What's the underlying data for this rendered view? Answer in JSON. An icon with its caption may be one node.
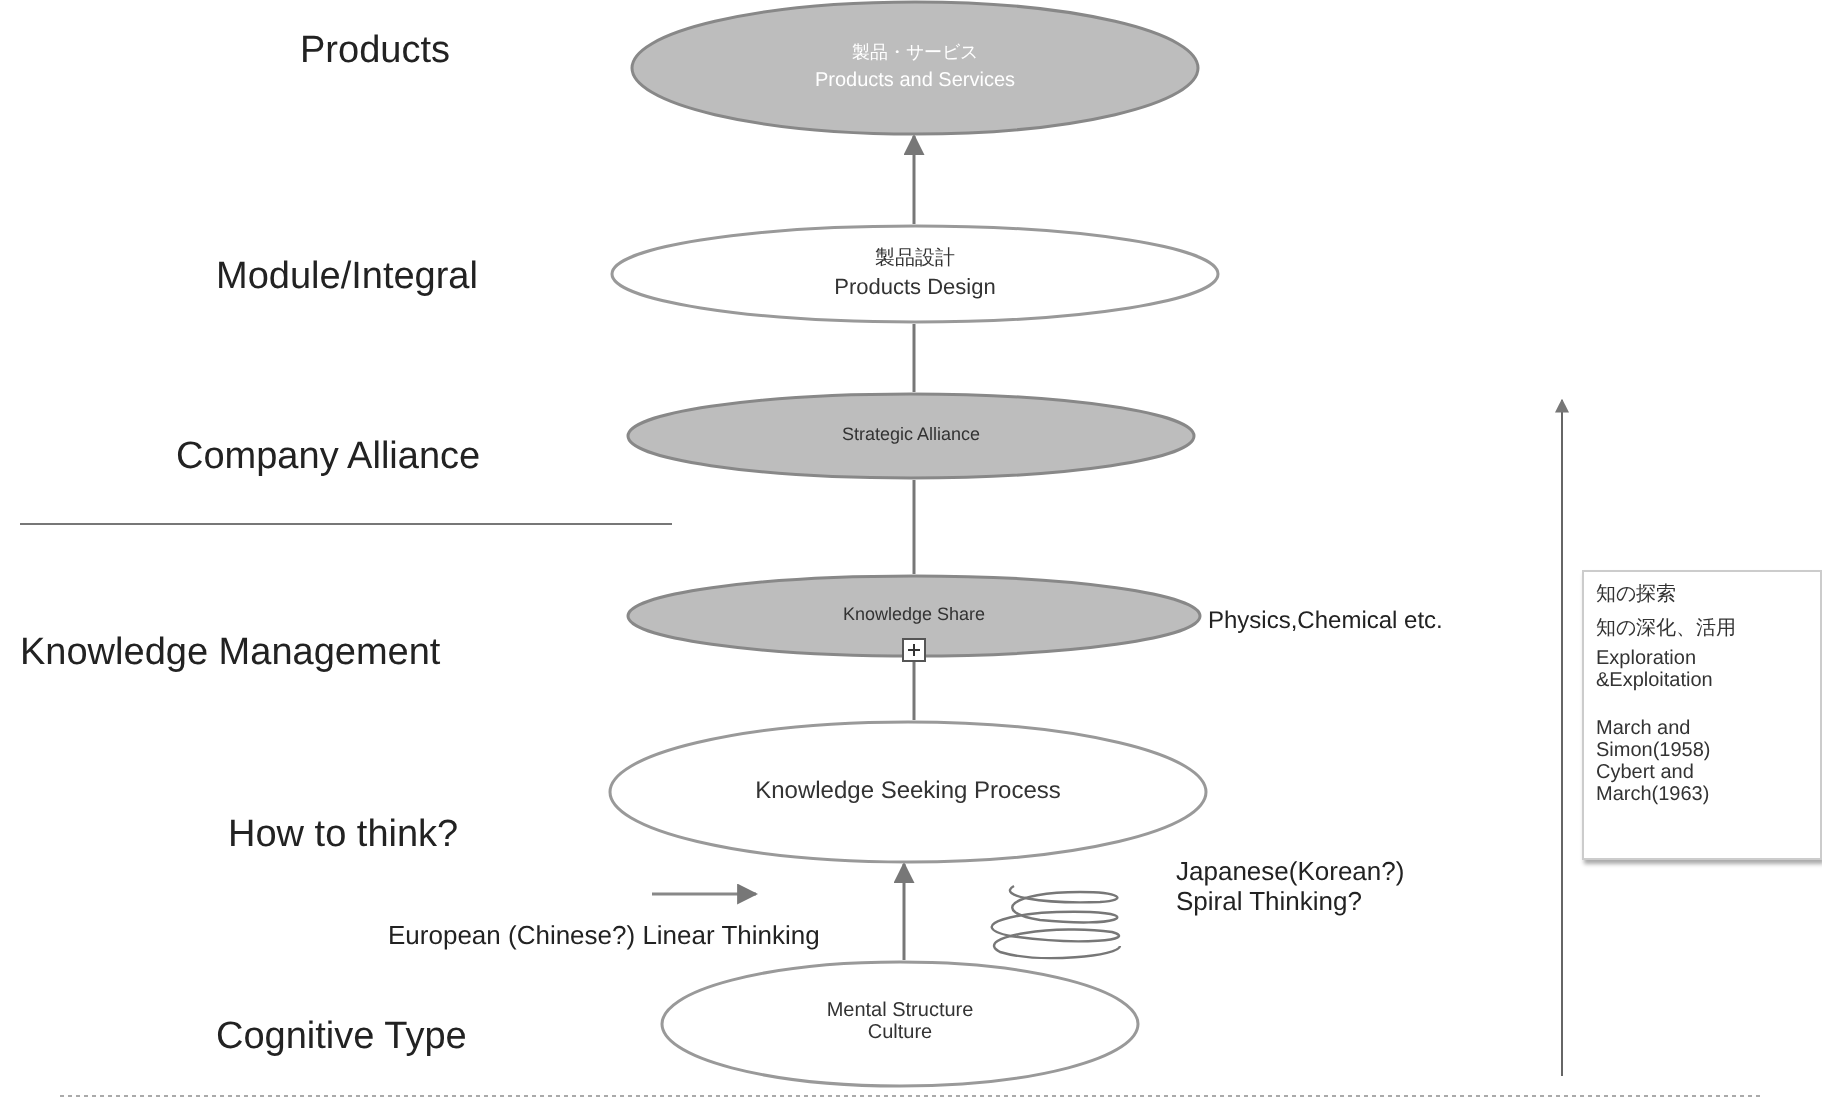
{
  "diagram": {
    "nodes": [
      {
        "text": [
          "製品・サービス",
          "Products and Services"
        ]
      },
      {
        "text": [
          "製品設計",
          "Products Design"
        ]
      },
      {
        "text": [
          "Strategic Alliance"
        ]
      },
      {
        "text": [
          "Knowledge Share"
        ]
      },
      {
        "text": [
          "Knowledge Seeking Process"
        ]
      },
      {
        "text": [
          "Mental Structure Culture"
        ]
      },
      {
        "text": [
          "知の探索",
          "知の深化、活用",
          "Exploration &Exploitation",
          "March and Simon(1958) Cybert and March(1963)"
        ]
      }
    ],
    "edges": [
      {
        "from": 1,
        "to": 0,
        "arrow": "to"
      },
      {
        "from": 2,
        "to": 1,
        "arrow": "none"
      },
      {
        "from": 3,
        "to": 2,
        "arrow": "none"
      },
      {
        "from": 4,
        "to": 3,
        "arrow": "none"
      },
      {
        "from": 5,
        "to": 4,
        "arrow": "to"
      }
    ],
    "labels": [
      "Products",
      "Module/Integral",
      "Company Alliance",
      "Knowledge Management",
      "Physics,Chemical etc.",
      "How to think?",
      "European (Chinese?) Linear Thinking",
      "Japanese(Korean?) Spiral Thinking?",
      "Cognitive Type"
    ]
  }
}
